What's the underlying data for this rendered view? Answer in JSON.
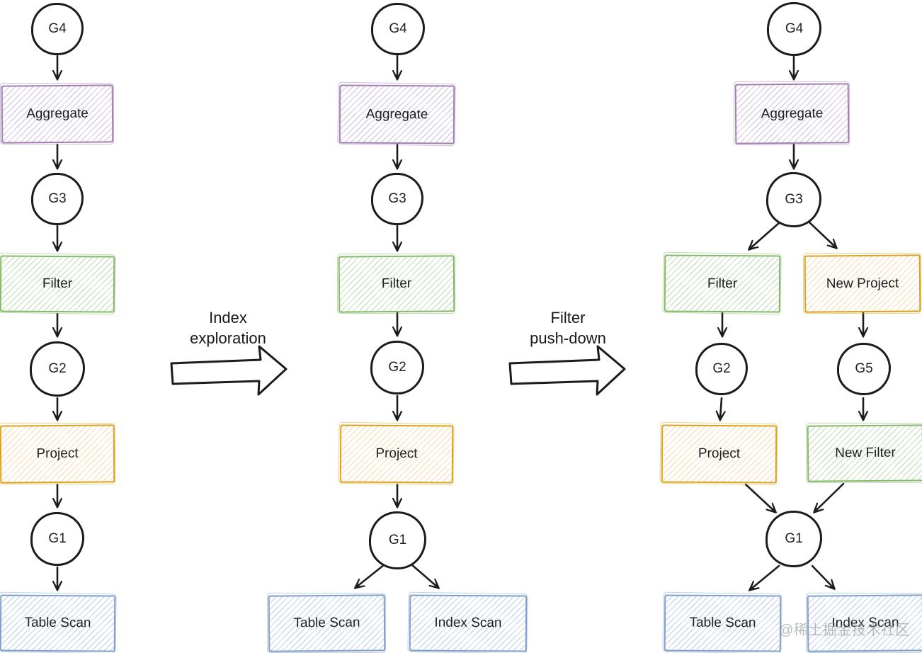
{
  "diagram": {
    "kind": "query-plan-optimization-memo-diagram",
    "transforms": [
      {
        "line1": "Index",
        "line2": "exploration"
      },
      {
        "line1": "Filter",
        "line2": "push-down"
      }
    ],
    "watermark": "@稀土掘金技术社区"
  },
  "trees": {
    "left": {
      "g4": "G4",
      "aggregate": "Aggregate",
      "g3": "G3",
      "filter": "Filter",
      "g2": "G2",
      "project": "Project",
      "g1": "G1",
      "table_scan": "Table Scan",
      "edges": [
        [
          "G4",
          "Aggregate"
        ],
        [
          "Aggregate",
          "G3"
        ],
        [
          "G3",
          "Filter"
        ],
        [
          "Filter",
          "G2"
        ],
        [
          "G2",
          "Project"
        ],
        [
          "Project",
          "G1"
        ],
        [
          "G1",
          "Table Scan"
        ]
      ]
    },
    "middle": {
      "g4": "G4",
      "aggregate": "Aggregate",
      "g3": "G3",
      "filter": "Filter",
      "g2": "G2",
      "project": "Project",
      "g1": "G1",
      "table_scan": "Table Scan",
      "index_scan": "Index Scan",
      "edges": [
        [
          "G4",
          "Aggregate"
        ],
        [
          "Aggregate",
          "G3"
        ],
        [
          "G3",
          "Filter"
        ],
        [
          "Filter",
          "G2"
        ],
        [
          "G2",
          "Project"
        ],
        [
          "Project",
          "G1"
        ],
        [
          "G1",
          "Table Scan"
        ],
        [
          "G1",
          "Index Scan"
        ]
      ]
    },
    "right": {
      "g4": "G4",
      "aggregate": "Aggregate",
      "g3": "G3",
      "filter": "Filter",
      "new_project": "New Project",
      "g2": "G2",
      "g5": "G5",
      "project": "Project",
      "new_filter": "New Filter",
      "g1": "G1",
      "table_scan": "Table Scan",
      "index_scan": "Index Scan",
      "edges": [
        [
          "G4",
          "Aggregate"
        ],
        [
          "Aggregate",
          "G3"
        ],
        [
          "G3",
          "Filter"
        ],
        [
          "G3",
          "New Project"
        ],
        [
          "Filter",
          "G2"
        ],
        [
          "New Project",
          "G5"
        ],
        [
          "G2",
          "Project"
        ],
        [
          "G5",
          "New Filter"
        ],
        [
          "Project",
          "G1"
        ],
        [
          "New Filter",
          "G1"
        ],
        [
          "G1",
          "Table Scan"
        ],
        [
          "G1",
          "Index Scan"
        ]
      ]
    }
  },
  "colors": {
    "aggregate_border": "#a27fb5",
    "filter_border": "#84b968",
    "project_border": "#d9a31f",
    "scan_border": "#7f9fca",
    "stroke": "#1c1c1c",
    "watermark": "#90959c",
    "background": "#ffffff"
  }
}
